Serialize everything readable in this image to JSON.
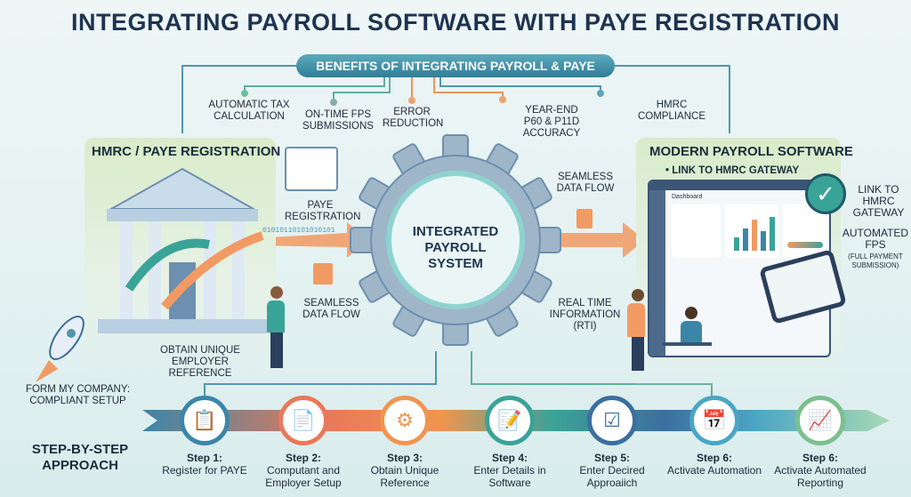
{
  "title": "INTEGRATING PAYROLL SOFTWARE WITH PAYE REGISTRATION",
  "benefits": {
    "heading": "BENEFITS OF INTEGRATING PAYROLL & PAYE",
    "items": [
      "AUTOMATIC TAX CALCULATION",
      "ON-TIME FPS SUBMISSIONS",
      "ERROR REDUCTION",
      "YEAR-END P60 & P11D ACCURACY",
      "HMRC COMPLIANCE"
    ]
  },
  "left": {
    "title": "HMRC / PAYE REGISTRATION",
    "paye_registration": "PAYE REGISTRATION",
    "seamless": "SEAMLESS DATA FLOW",
    "obtain": "OBTAIN UNIQUE EMPLOYER REFERENCE",
    "form_company": "FORM MY COMPANY: COMPLIANT SETUP",
    "binary": "01010110101010101"
  },
  "center": {
    "label": "INTEGRATED PAYROLL SYSTEM",
    "seamless": "SEAMLESS DATA FLOW",
    "rti": "REAL TIME INFORMATION (RTI)"
  },
  "right": {
    "title": "MODERN PAYROLL SOFTWARE",
    "bullet": "LINK TO HMRC GATEWAY",
    "dashboard": "Dashboard",
    "link": "LINK TO HMRC GATEWAY",
    "fps": "AUTOMATED FPS",
    "fps_sub": "(FULL PAYMENT SUBMISSION)"
  },
  "steps": {
    "heading": "STEP-BY-STEP APPROACH",
    "items": [
      {
        "n": "Step 1:",
        "t": "Register for PAYE",
        "color": "#3b86a8",
        "icon": "clipboard-icon"
      },
      {
        "n": "Step 2:",
        "t": "Computant and Employer Setup",
        "color": "#e9795a",
        "icon": "document-check-icon"
      },
      {
        "n": "Step 3:",
        "t": "Obtain Unique Reference",
        "color": "#f0954f",
        "icon": "gear-icon"
      },
      {
        "n": "Step 4:",
        "t": "Enter Details in Software",
        "color": "#3aa397",
        "icon": "document-edit-icon"
      },
      {
        "n": "Step 5:",
        "t": "Enter Decired Approaiich",
        "color": "#3c6fa0",
        "icon": "checklist-icon"
      },
      {
        "n": "Step 6:",
        "t": "Activate Automation",
        "color": "#4aa6c4",
        "icon": "calendar-check-icon"
      },
      {
        "n": "Step 6:",
        "t": "Activate Automated Reporting",
        "color": "#7cc08f",
        "icon": "chart-growth-icon"
      }
    ]
  }
}
